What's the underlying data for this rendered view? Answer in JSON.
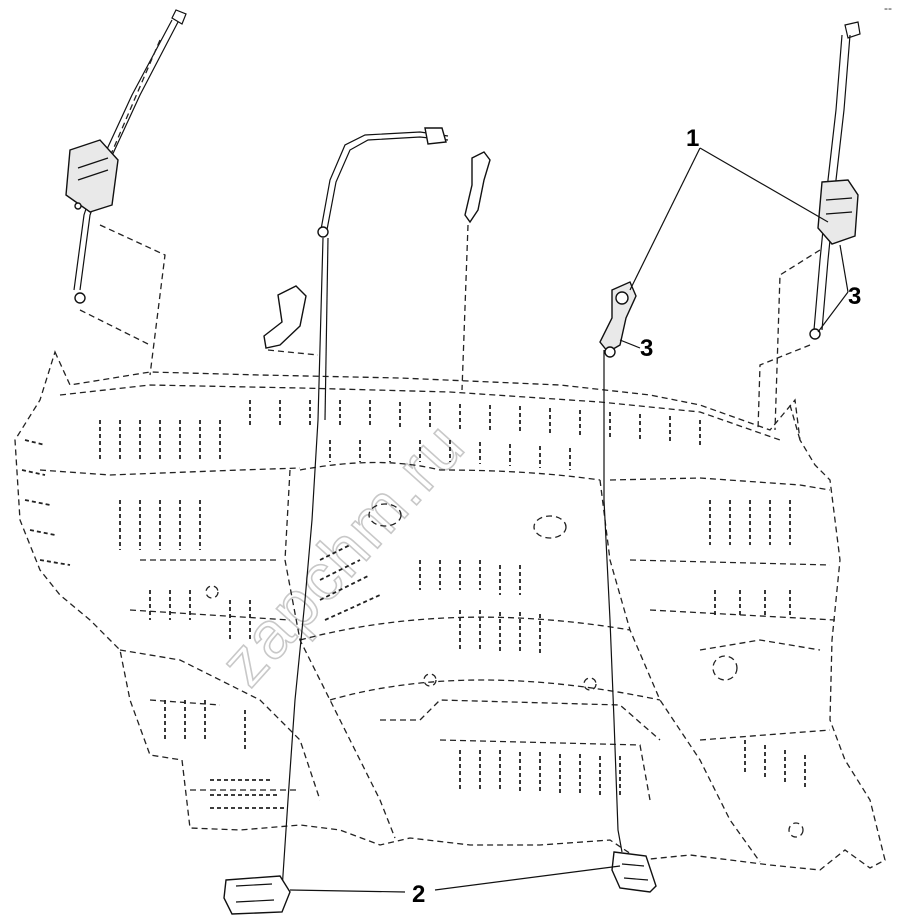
{
  "diagram": {
    "callouts": [
      {
        "id": "callout-1",
        "text": "1"
      },
      {
        "id": "callout-2",
        "text": "2"
      },
      {
        "id": "callout-3a",
        "text": "3"
      },
      {
        "id": "callout-3b",
        "text": "3"
      }
    ],
    "watermark": "zapchm.ru",
    "corner_mark": "--"
  }
}
